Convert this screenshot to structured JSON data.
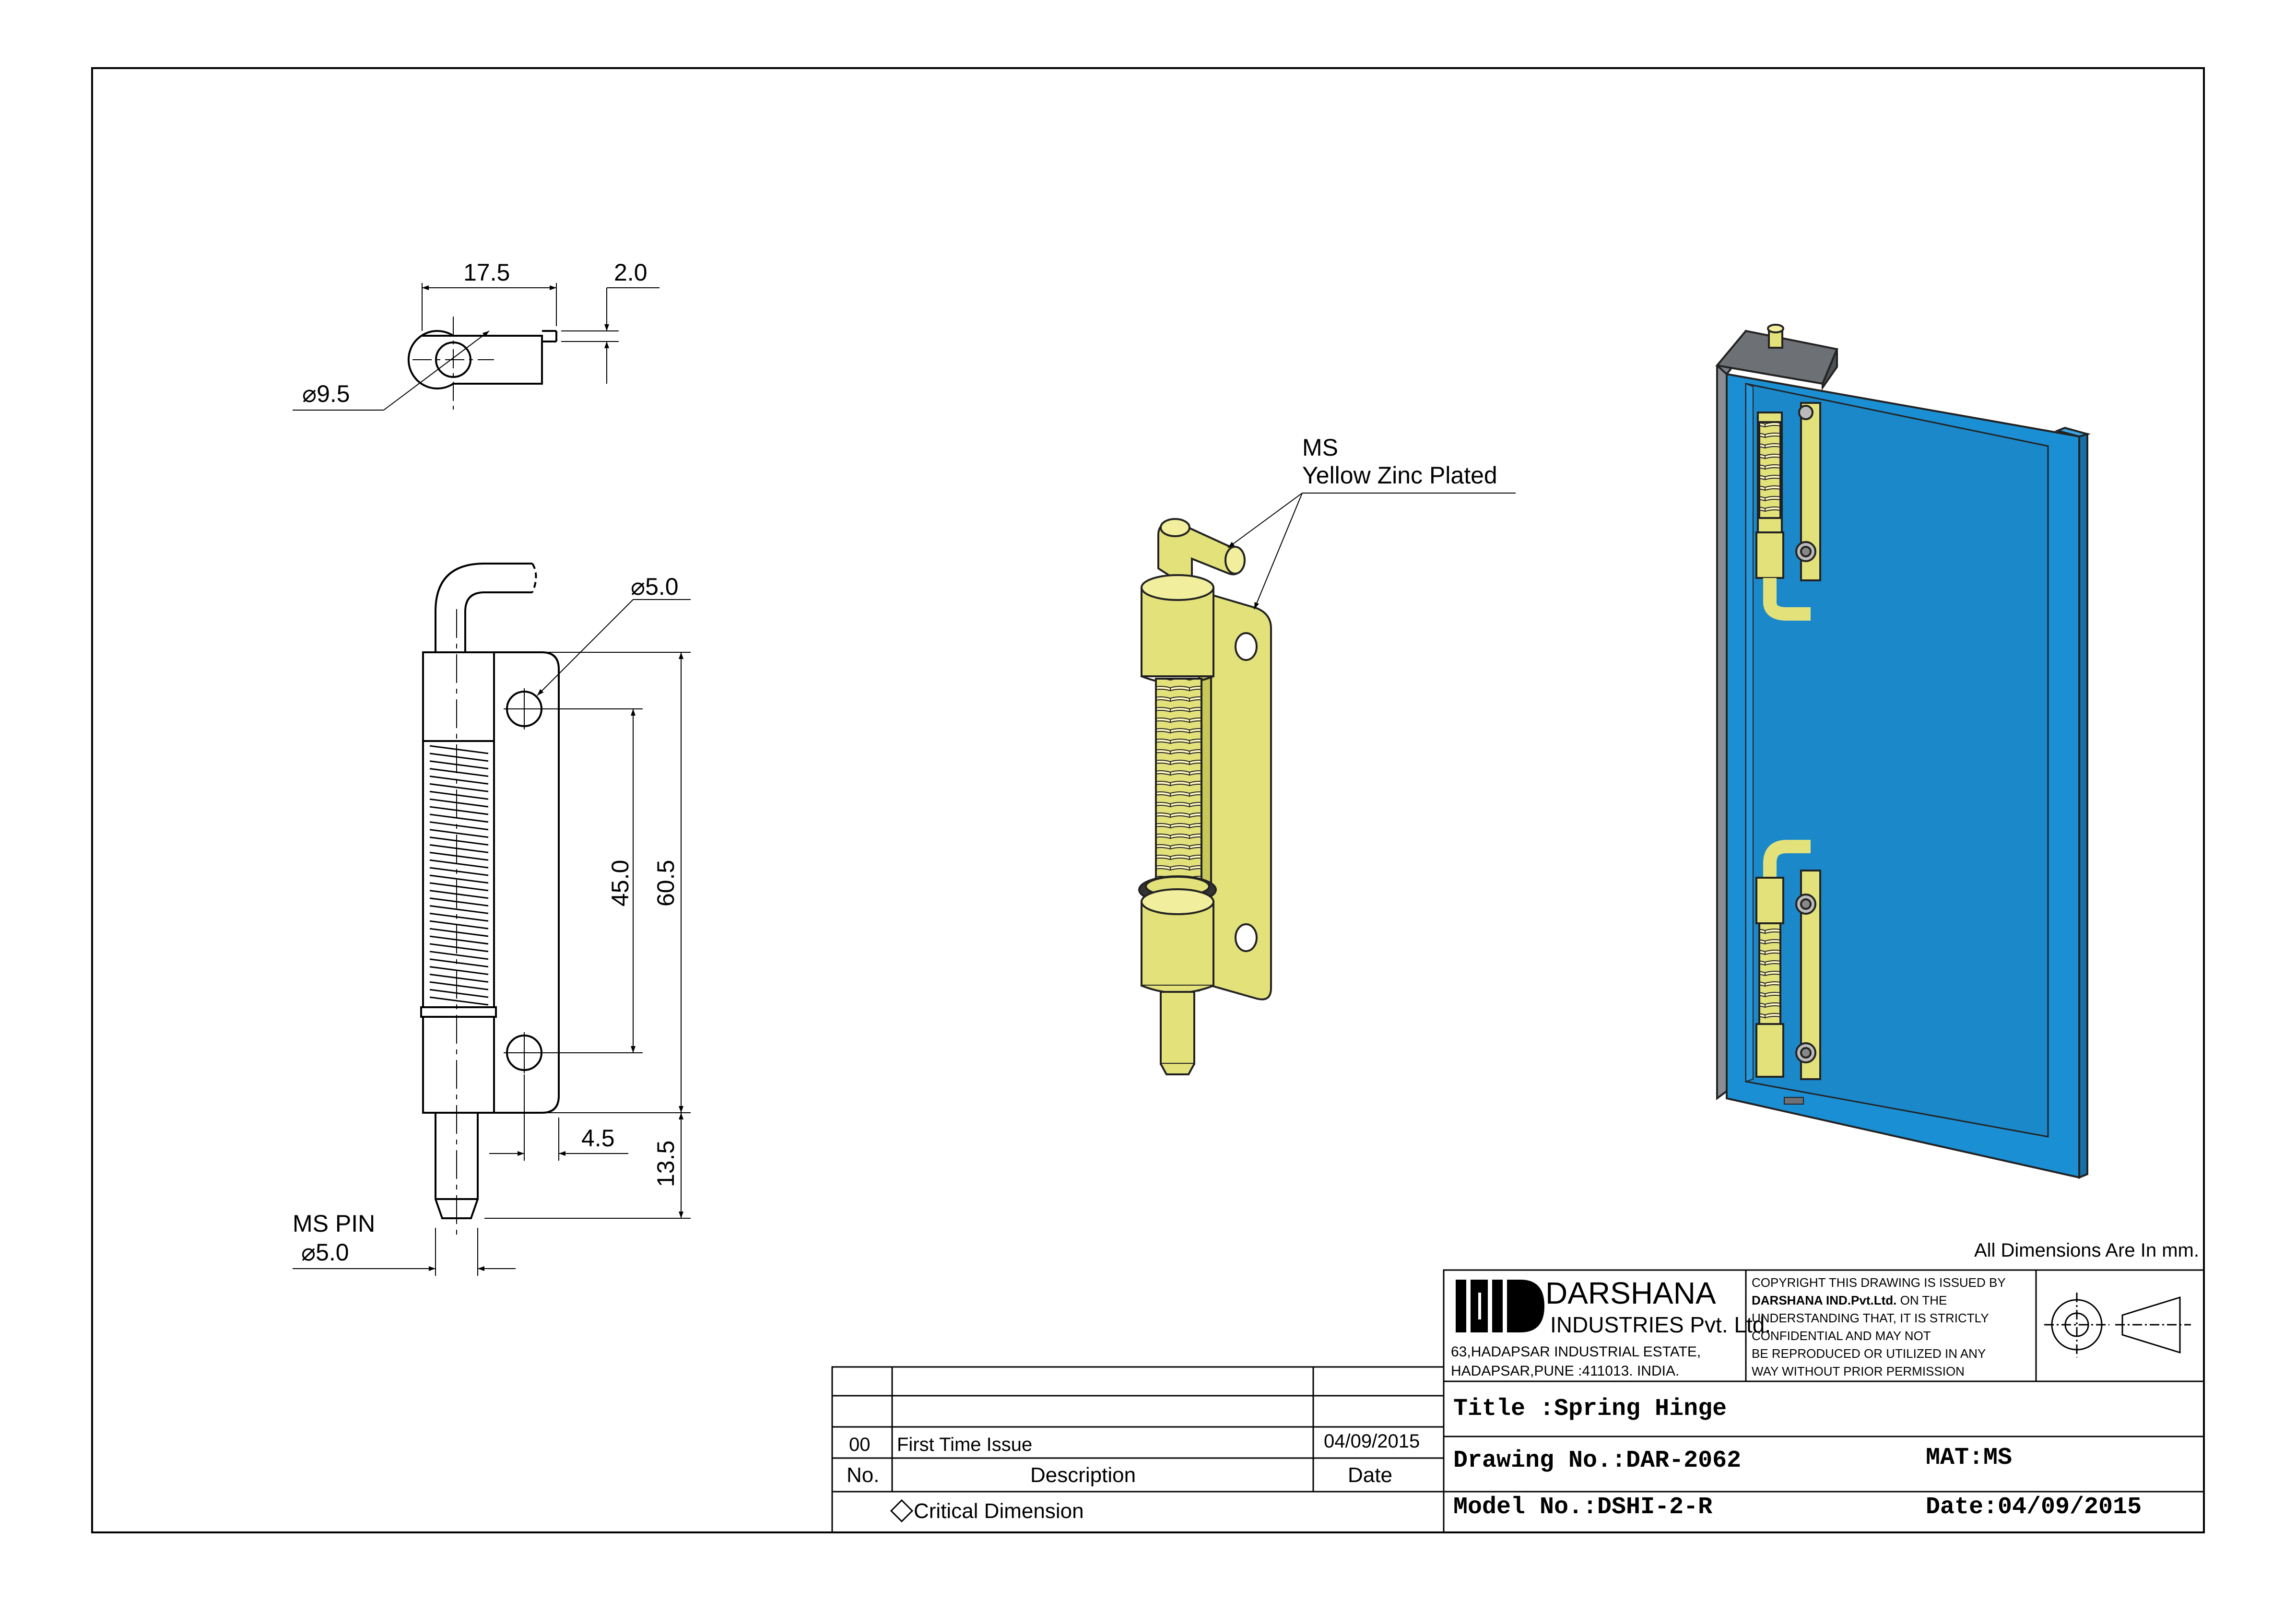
{
  "drawing": {
    "dimensions": {
      "d1": "17.5",
      "d2": "2.0",
      "d3": "⌀9.5",
      "d4": "⌀5.0",
      "d5": "45.0",
      "d6": "60.5",
      "d7": "4.5",
      "d8": "13.5",
      "ms_pin": "MS PIN",
      "ms_pin_dia": "⌀5.0"
    },
    "callout": {
      "line1": "MS",
      "line2": "Yellow Zinc Plated"
    },
    "units_note": "All Dimensions Are In mm."
  },
  "company": {
    "name": "DARSHANA",
    "sub": "INDUSTRIES Pvt. Ltd.",
    "address1": "63,HADAPSAR INDUSTRIAL ESTATE,",
    "address2": "HADAPSAR,PUNE :411013. INDIA."
  },
  "copyright": {
    "l1": "COPYRIGHT THIS DRAWING IS ISSUED BY",
    "l2a": "DARSHANA IND.Pvt.Ltd.",
    "l2b": " ON THE",
    "l3": "UNDERSTANDING THAT, IT IS STRICTLY",
    "l4": "CONFIDENTIAL AND MAY NOT",
    "l5": "BE REPRODUCED OR UTILIZED IN ANY",
    "l6": "WAY WITHOUT PRIOR PERMISSION"
  },
  "title_block": {
    "title": "Title :Spring Hinge",
    "drawing_no": "Drawing No.:DAR-2062",
    "mat": "MAT:MS",
    "model_no": "Model No.:DSHI-2-R",
    "date": "Date:04/09/2015"
  },
  "revision": {
    "no": "00",
    "description": "First Time Issue",
    "date": "04/09/2015",
    "hdr_no": "No.",
    "hdr_desc": "Description",
    "hdr_date": "Date",
    "critical": "Critical Dimension"
  },
  "colors": {
    "zinc_yellow": "#e3e17a",
    "panel_blue": "#1b8fd4"
  }
}
